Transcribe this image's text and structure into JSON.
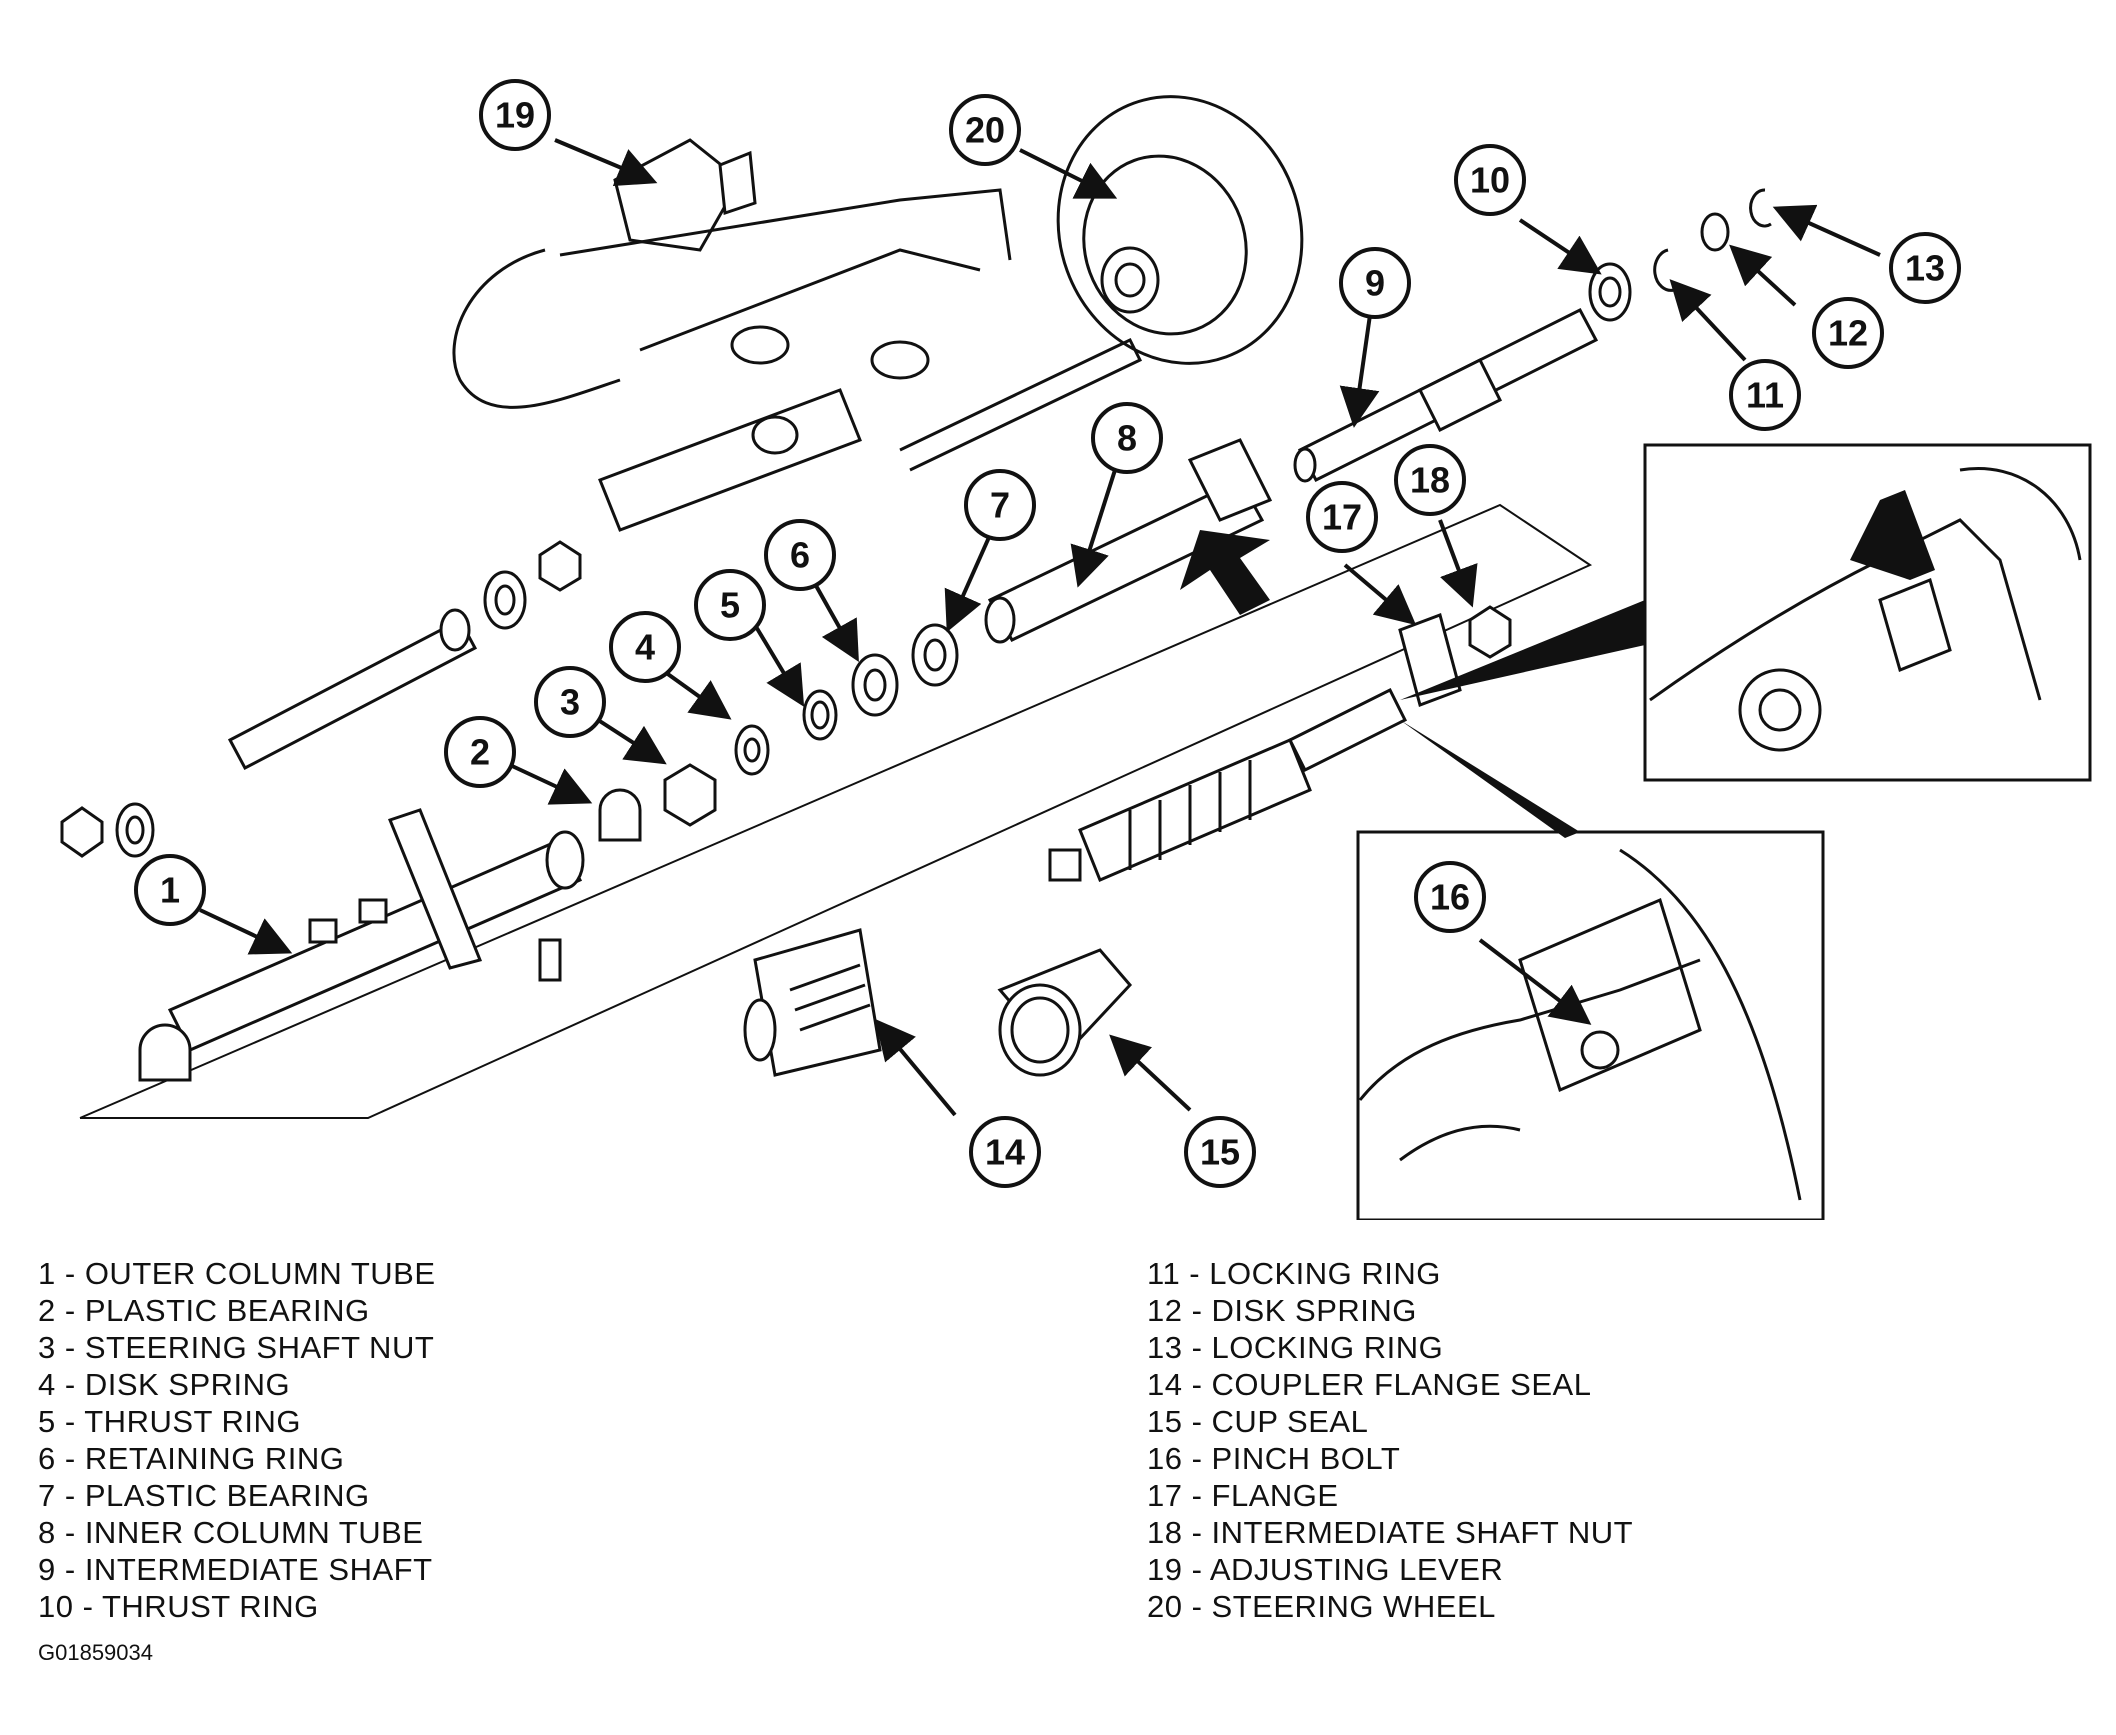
{
  "legend_left": [
    {
      "num": "1",
      "label": "OUTER COLUMN TUBE"
    },
    {
      "num": "2",
      "label": "PLASTIC BEARING"
    },
    {
      "num": "3",
      "label": "STEERING SHAFT NUT"
    },
    {
      "num": "4",
      "label": "DISK SPRING"
    },
    {
      "num": "5",
      "label": "THRUST RING"
    },
    {
      "num": "6",
      "label": "RETAINING RING"
    },
    {
      "num": "7",
      "label": "PLASTIC BEARING"
    },
    {
      "num": "8",
      "label": "INNER COLUMN TUBE"
    },
    {
      "num": "9",
      "label": "INTERMEDIATE SHAFT"
    },
    {
      "num": "10",
      "label": "THRUST RING"
    }
  ],
  "legend_right": [
    {
      "num": "11",
      "label": "LOCKING RING"
    },
    {
      "num": "12",
      "label": "DISK SPRING"
    },
    {
      "num": "13",
      "label": "LOCKING RING"
    },
    {
      "num": "14",
      "label": "COUPLER FLANGE SEAL"
    },
    {
      "num": "15",
      "label": "CUP SEAL"
    },
    {
      "num": "16",
      "label": "PINCH BOLT"
    },
    {
      "num": "17",
      "label": "FLANGE"
    },
    {
      "num": "18",
      "label": "INTERMEDIATE SHAFT NUT"
    },
    {
      "num": "19",
      "label": "ADJUSTING LEVER"
    },
    {
      "num": "20",
      "label": "STEERING WHEEL"
    }
  ],
  "figure_code": "G01859034"
}
